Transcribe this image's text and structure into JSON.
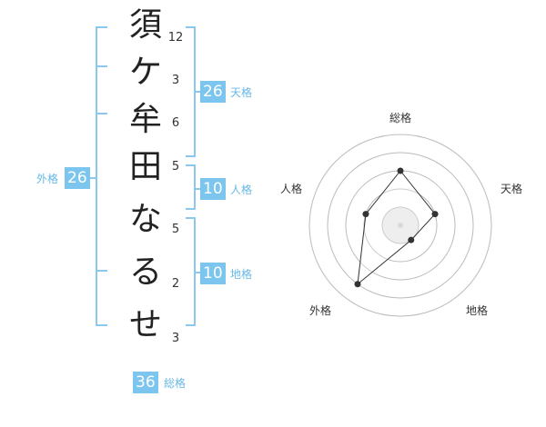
{
  "name_chars": [
    "須",
    "ケ",
    "牟",
    "田",
    "な",
    "る",
    "せ"
  ],
  "strokes": [
    "12",
    "3",
    "6",
    "5",
    "5",
    "2",
    "3"
  ],
  "kaku": {
    "tenkaku": {
      "value": "26",
      "label": "天格"
    },
    "jinkaku": {
      "value": "10",
      "label": "人格"
    },
    "chikaku": {
      "value": "10",
      "label": "地格"
    },
    "gaikaku": {
      "value": "26",
      "label": "外格"
    },
    "soukaku": {
      "value": "36",
      "label": "総格"
    }
  },
  "radar": {
    "labels": {
      "top": "総格",
      "right": "天格",
      "bottom_right": "地格",
      "bottom_left": "外格",
      "left": "人格"
    },
    "levels": [
      3,
      2,
      1,
      4,
      2
    ],
    "max_level": 5,
    "colors": {
      "ring": "#bbbbbb",
      "fill": "#e8e8e8",
      "line": "#333333",
      "point": "#333333"
    }
  },
  "colors": {
    "accent": "#7cc5ef",
    "bracket": "#8cc8ee"
  }
}
